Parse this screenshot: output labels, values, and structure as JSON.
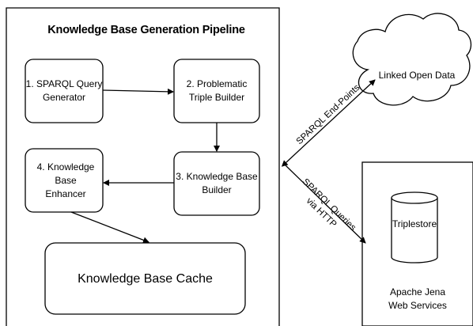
{
  "diagram": {
    "title": "Knowledge Base Generation Pipeline",
    "nodes": {
      "sparql_query_generator": "1. SPARQL Query\nGenerator",
      "problematic_triple_builder": "2. Problematic\nTriple Builder",
      "knowledge_base_builder": "3. Knowledge Base\nBuilder",
      "knowledge_base_enhancer": "4. Knowledge Base\nEnhancer",
      "knowledge_base_cache": "Knowledge Base Cache",
      "linked_open_data": "Linked Open Data",
      "triplestore": "Triplestore",
      "apache_jena": "Apache Jena\nWeb Services"
    },
    "edges": {
      "sparql_endpoints": "SPARQL End-Points",
      "sparql_queries_http": "SPARQL Queries\nvia HTTP"
    }
  }
}
